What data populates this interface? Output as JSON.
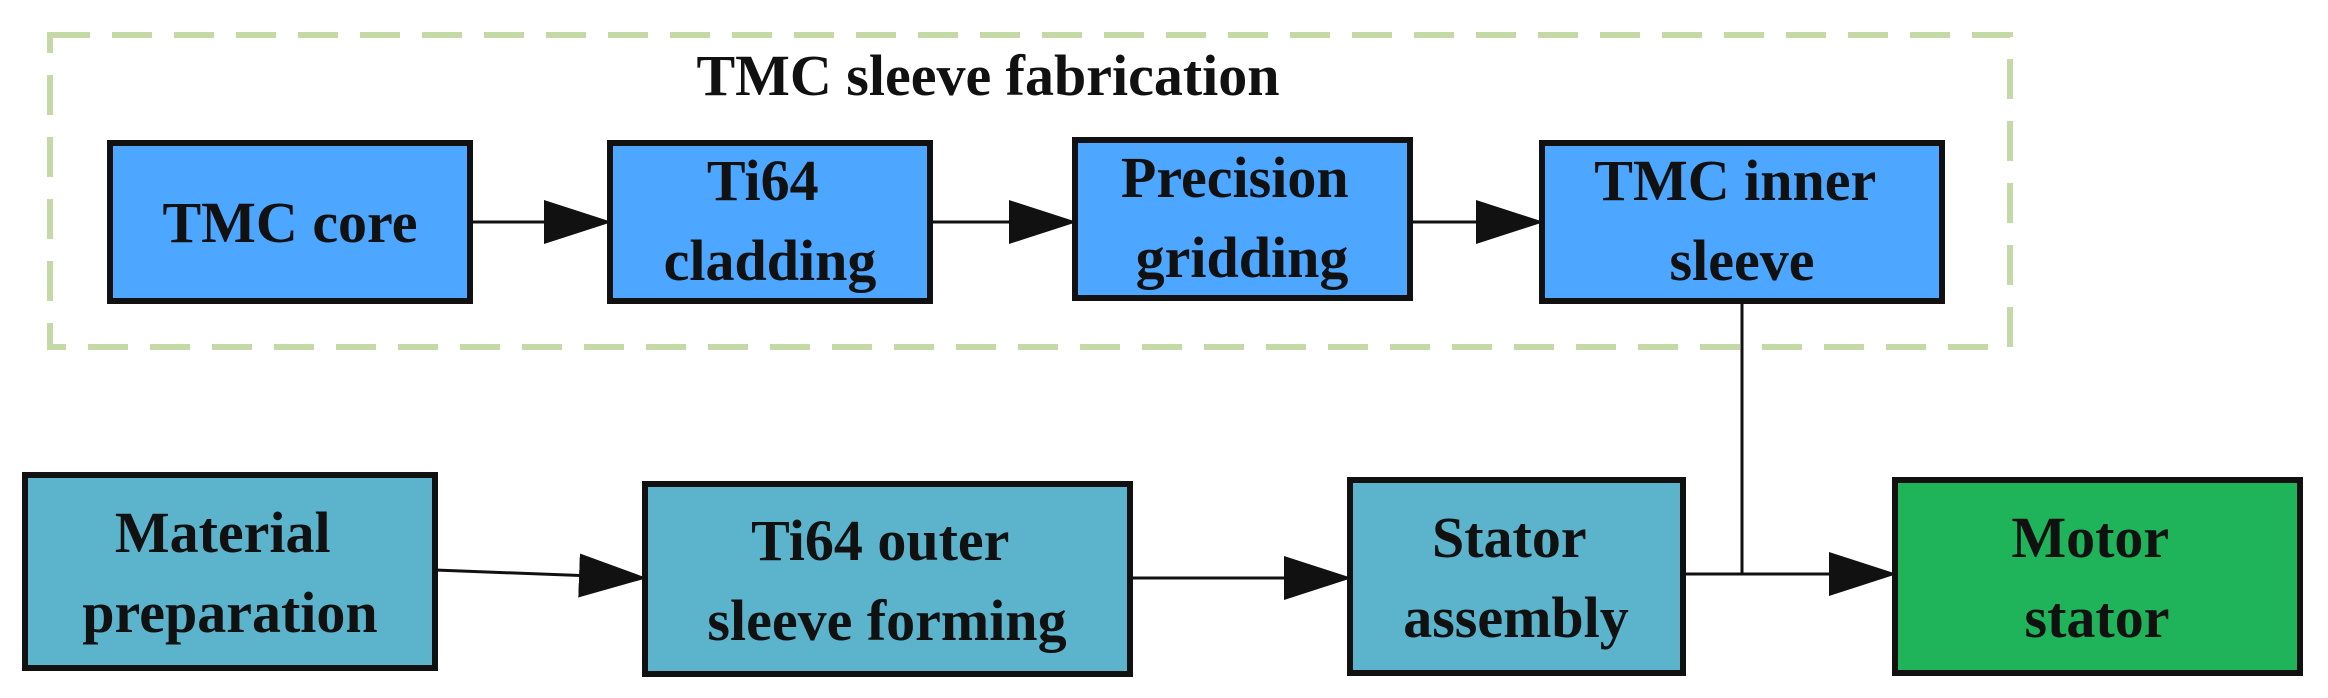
{
  "group": {
    "title": "TMC sleeve fabrication"
  },
  "nodes": {
    "tmc_core": {
      "lines": [
        "TMC core"
      ]
    },
    "ti64_cladding": {
      "lines": [
        "Ti64",
        "cladding"
      ]
    },
    "precision_gridding": {
      "lines": [
        "Precision",
        "gridding"
      ]
    },
    "tmc_inner_sleeve": {
      "lines": [
        "TMC inner",
        "sleeve"
      ]
    },
    "material_preparation": {
      "lines": [
        "Material",
        "preparation"
      ]
    },
    "ti64_outer_sleeve_forming": {
      "lines": [
        "Ti64 outer",
        "sleeve forming"
      ]
    },
    "stator_assembly": {
      "lines": [
        "Stator",
        "assembly"
      ]
    },
    "motor_stator": {
      "lines": [
        "Motor",
        "stator"
      ]
    }
  },
  "colors": {
    "fabrication_box": "#4da6ff",
    "process_box": "#5bb3cc",
    "output_box": "#1fb35a",
    "group_border": "#c5d9a6",
    "stroke": "#111111"
  }
}
